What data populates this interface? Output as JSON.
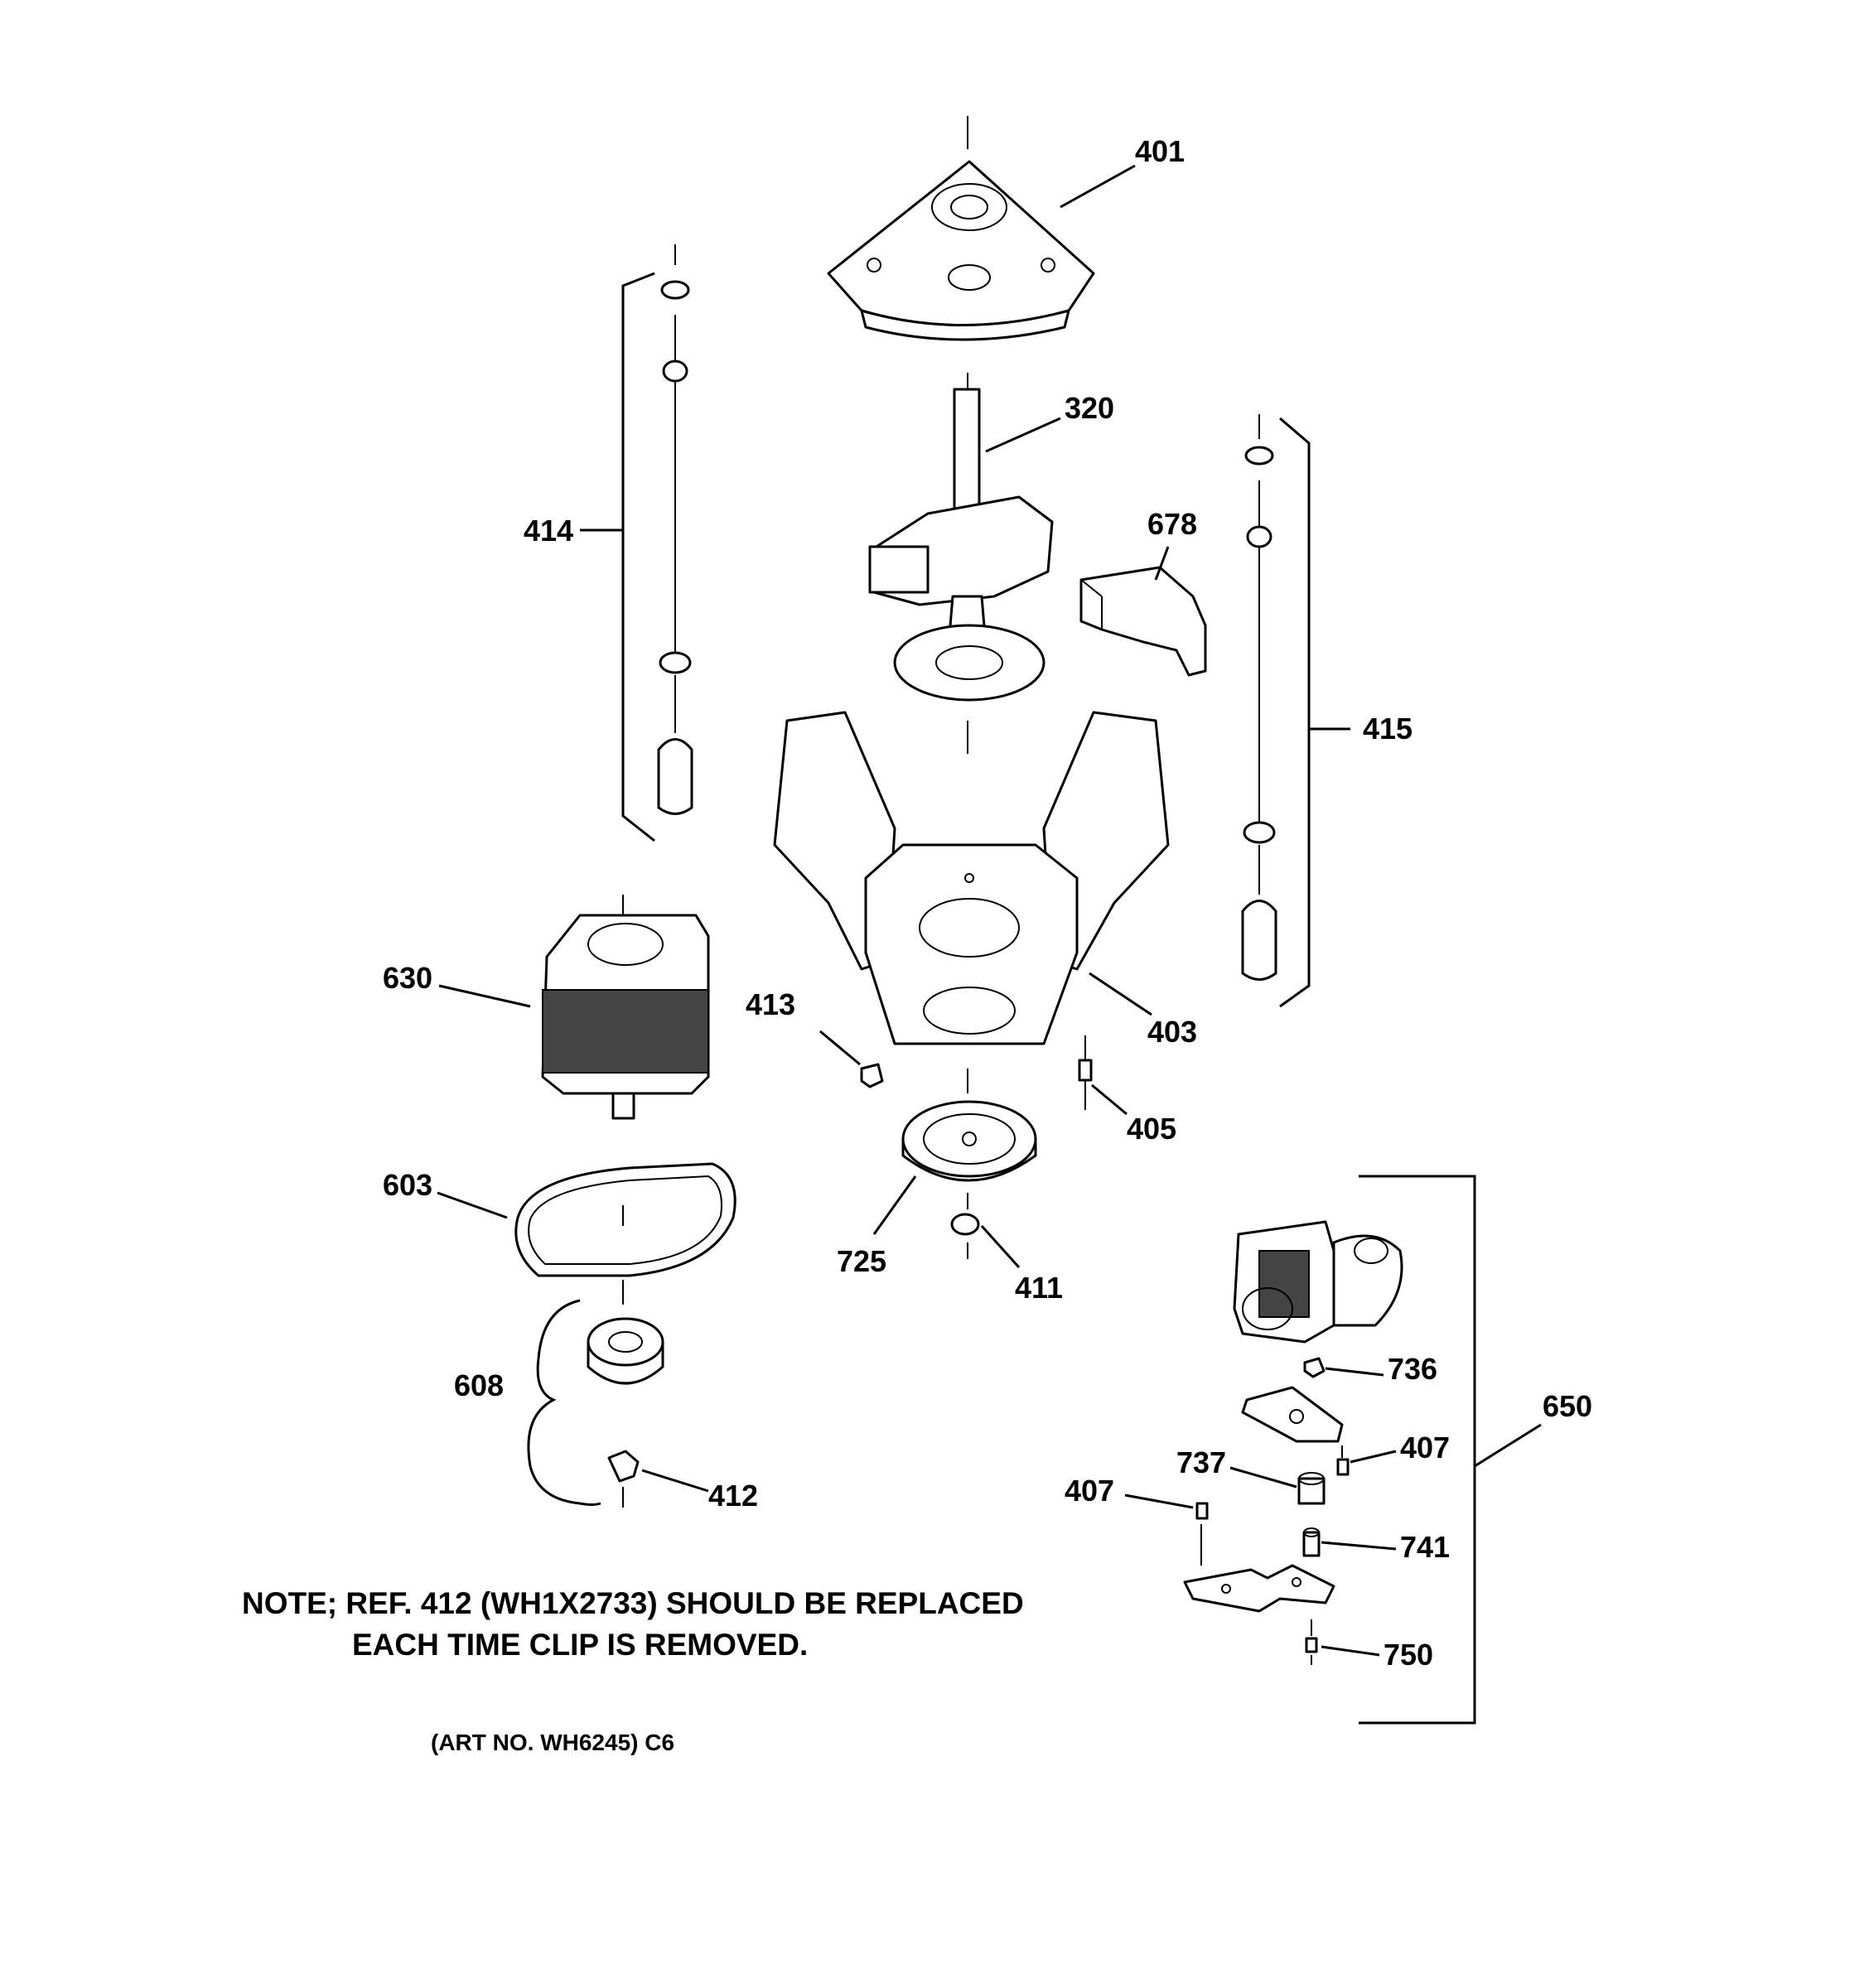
{
  "labels": {
    "p401": "401",
    "p320": "320",
    "p678": "678",
    "p414": "414",
    "p415": "415",
    "p403": "403",
    "p630": "630",
    "p413": "413",
    "p405": "405",
    "p603": "603",
    "p725": "725",
    "p411": "411",
    "p608": "608",
    "p412": "412",
    "p736": "736",
    "p650": "650",
    "p737": "737",
    "p407a": "407",
    "p407b": "407",
    "p741": "741",
    "p750": "750"
  },
  "note": {
    "line1": "NOTE; REF. 412 (WH1X2733) SHOULD BE REPLACED",
    "line2": "EACH TIME CLIP IS REMOVED."
  },
  "art_number": "(ART NO. WH6245) C6"
}
